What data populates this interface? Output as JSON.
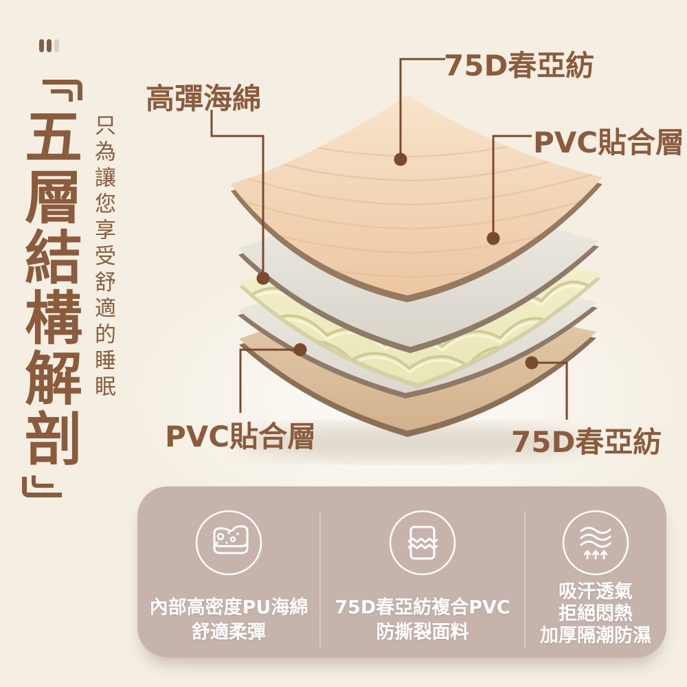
{
  "page": {
    "background": "#f5efe3",
    "accent_brown": "#8a5c3d",
    "callout_brown": "#7a4a2c",
    "panel_bg": "#c6b4ac"
  },
  "deco": {
    "bars_icon": "three-bars-icon"
  },
  "title": {
    "bracket_open": "『",
    "chars": [
      "五",
      "層",
      "結",
      "構",
      "解",
      "剖"
    ],
    "bracket_close": "』",
    "subtitle": "只為讓您享受舒適的睡眠"
  },
  "diagram": {
    "labels": {
      "sponge": "高彈海綿",
      "top_fabric": "75D春亞紡",
      "pvc_top": "PVC貼合層",
      "pvc_bottom": "PVC貼合層",
      "bottom_fabric": "75D春亞紡"
    },
    "layers": [
      {
        "name": "75D pongee quilted fabric (top)",
        "color": "#f3d9bd"
      },
      {
        "name": "PVC lamination layer (upper)",
        "color": "#ece9e1"
      },
      {
        "name": "high-elastic egg-crate sponge",
        "color": "#f1efc9"
      },
      {
        "name": "PVC lamination layer (lower)",
        "color": "#ece9e1"
      },
      {
        "name": "75D pongee fabric (bottom)",
        "color": "#e0c5a4"
      }
    ]
  },
  "panel": {
    "features": [
      {
        "icon": "sponge-icon",
        "lines": [
          "內部高密度PU海綿",
          "舒適柔彈"
        ]
      },
      {
        "icon": "tear-resistant-fabric-icon",
        "lines": [
          "75D春亞紡複合PVC",
          "防撕裂面料"
        ]
      },
      {
        "icon": "breathable-icon",
        "lines": [
          "吸汗透氣",
          "拒絕悶熱",
          "加厚隔潮防濕"
        ]
      }
    ]
  }
}
